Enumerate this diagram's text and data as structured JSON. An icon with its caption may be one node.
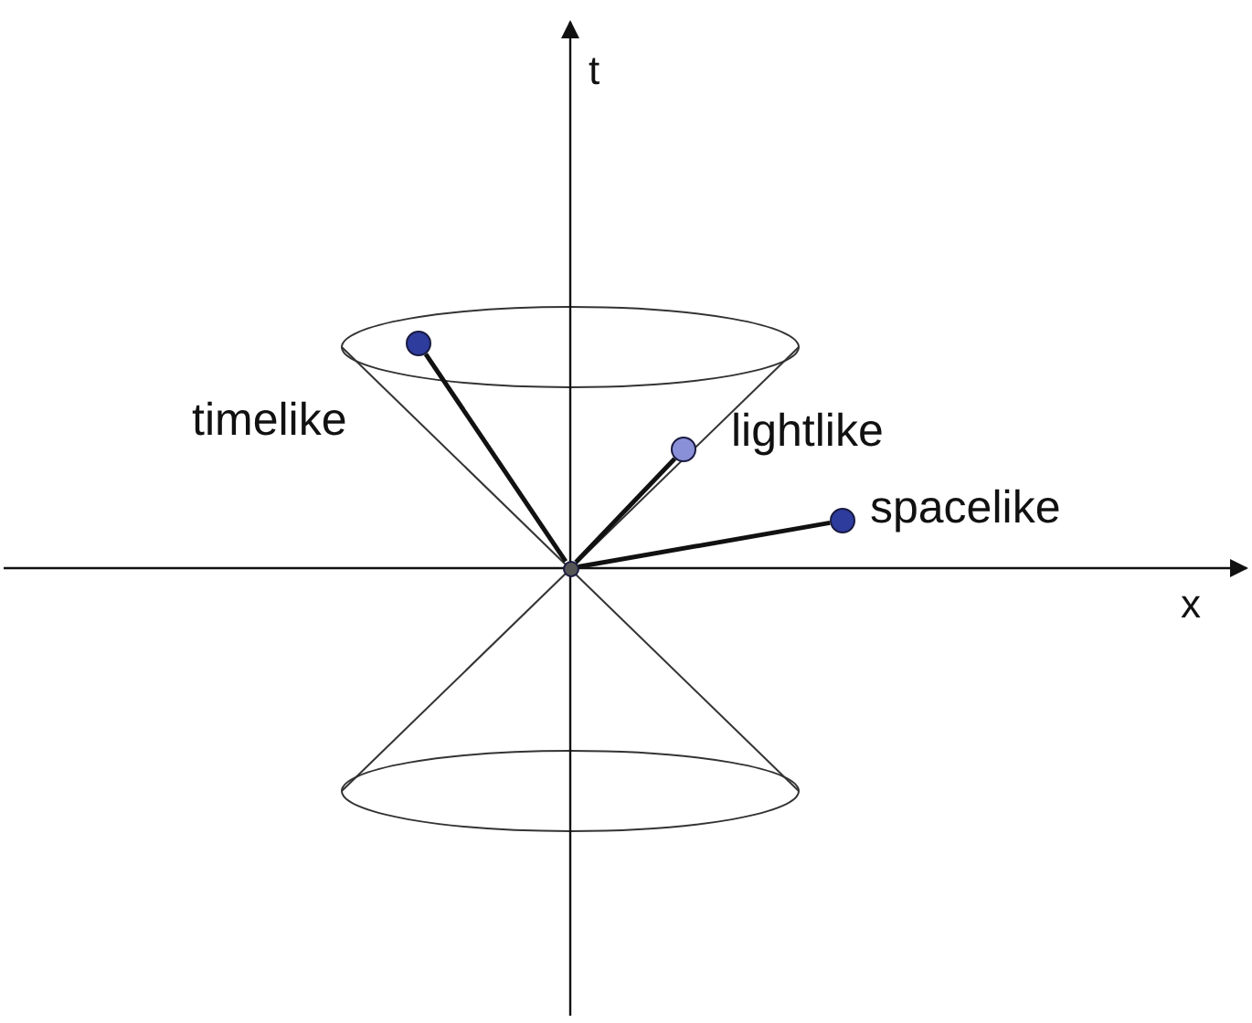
{
  "diagram": {
    "nodes": [
      {
        "text": [],
        "shape": "circle"
      },
      {
        "text": [],
        "shape": "circle",
        "beside": [
          "timelike"
        ]
      },
      {
        "text": [],
        "shape": "circle",
        "beside": [
          "lightlike"
        ]
      },
      {
        "text": [],
        "shape": "circle",
        "beside": [
          "spacelike"
        ]
      }
    ],
    "edges": [
      {
        "from": 0,
        "to": 1,
        "arrow": "none"
      },
      {
        "from": 0,
        "to": 2,
        "arrow": "none"
      },
      {
        "from": 0,
        "to": 3,
        "arrow": "none"
      }
    ],
    "labels": [
      "t",
      "x"
    ]
  }
}
